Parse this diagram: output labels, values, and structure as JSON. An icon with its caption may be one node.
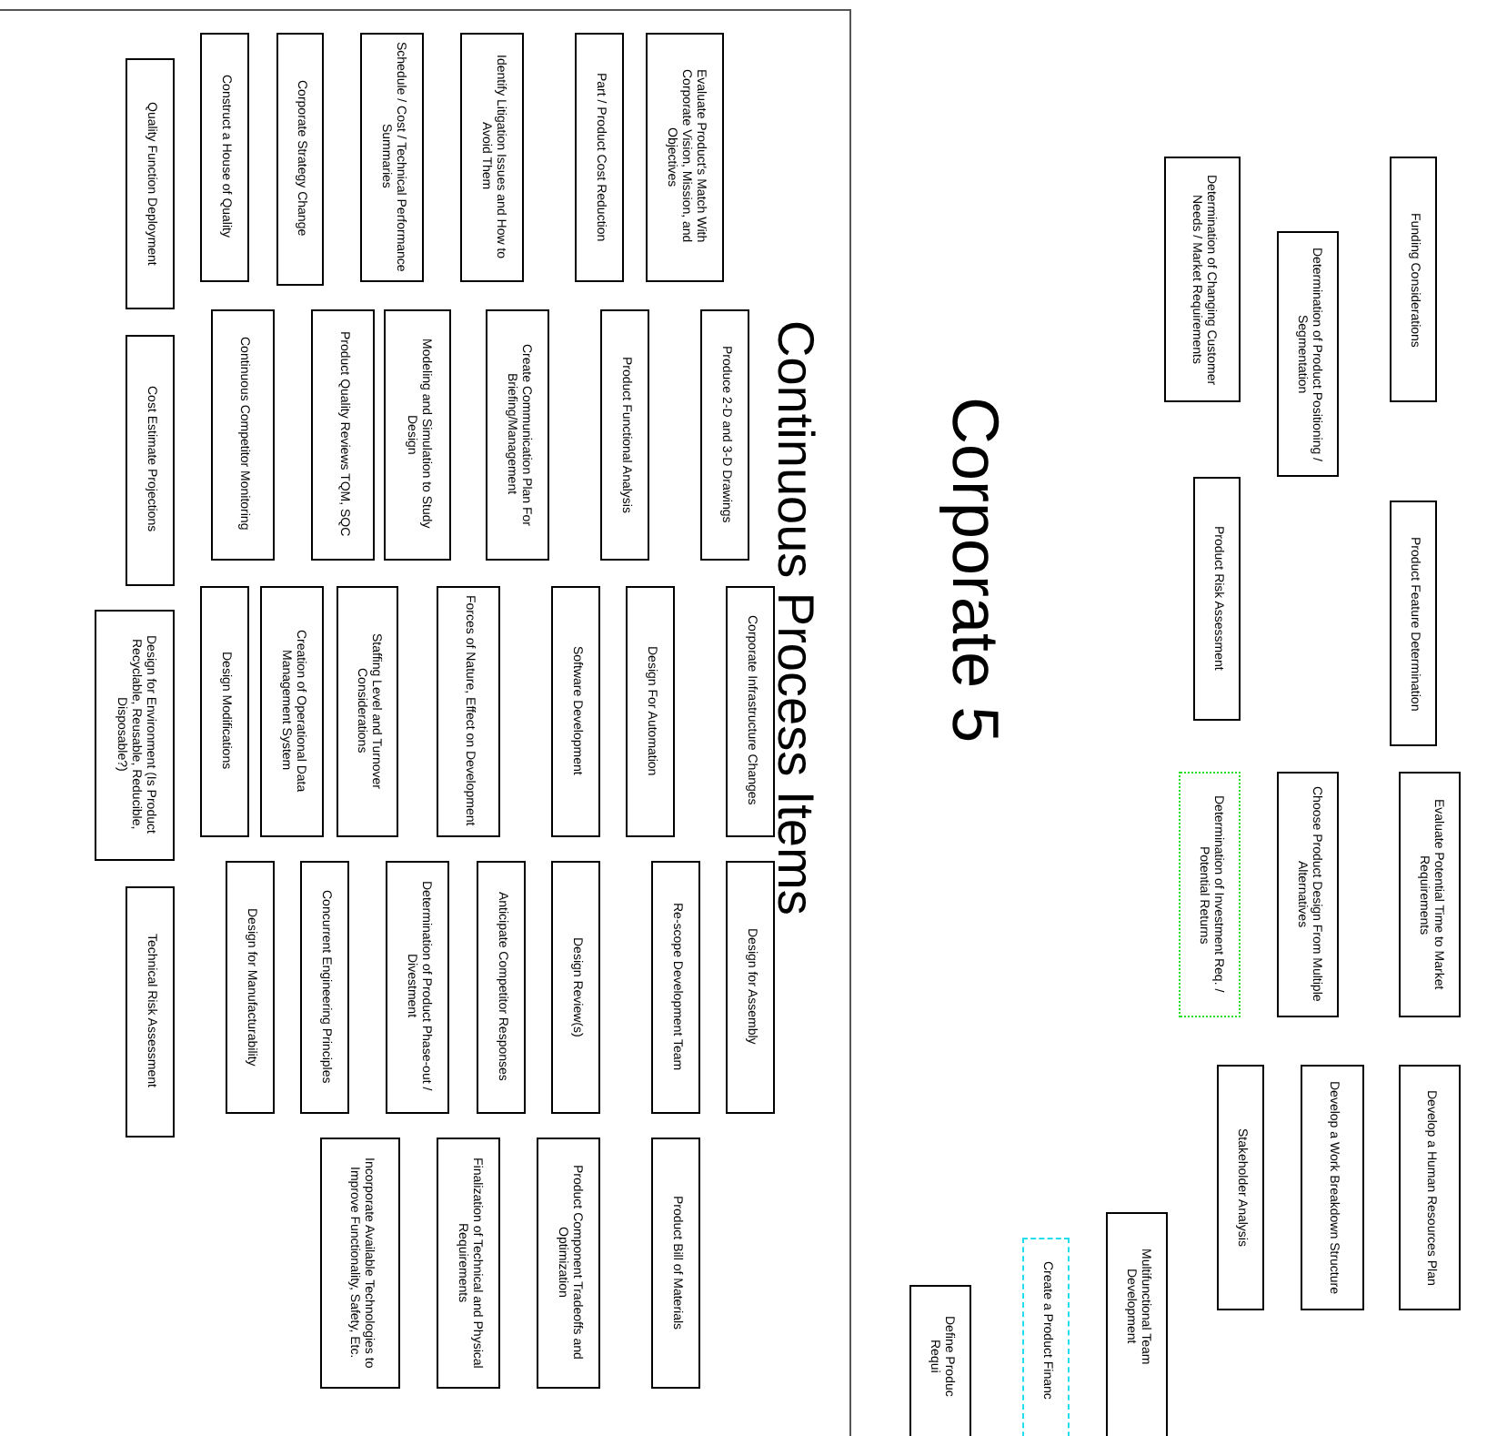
{
  "diagram": {
    "title": "Corporate 5",
    "nodes": [
      {
        "text": [
          "Continuous Process Items"
        ]
      },
      {
        "text": [
          "Quality Function Deployment"
        ],
        "in": 0
      },
      {
        "text": [
          "Construct a House of Quality"
        ],
        "in": 0
      },
      {
        "text": [
          "Corporate Strategy Change"
        ],
        "in": 0
      },
      {
        "text": [
          "Schedule / Cost / Technical Performance Summaries"
        ],
        "in": 0
      },
      {
        "text": [
          "Identify Litigation Issues and How to Avoid Them"
        ],
        "in": 0
      },
      {
        "text": [
          "Part / Product Cost Reduction"
        ],
        "in": 0
      },
      {
        "text": [
          "Evaluate Product's Match With Corporate Vision, Mission, and Objectives"
        ],
        "in": 0
      },
      {
        "text": [
          "Cost Estimate Projections"
        ],
        "in": 0
      },
      {
        "text": [
          "Continuous Competitor Monitoring"
        ],
        "in": 0
      },
      {
        "text": [
          "Product Quality Reviews TQM, SQC"
        ],
        "in": 0
      },
      {
        "text": [
          "Modeling and Simulation to Study Design"
        ],
        "in": 0
      },
      {
        "text": [
          "Create Communication Plan For Briefing/Management"
        ],
        "in": 0
      },
      {
        "text": [
          "Product Functional Analysis"
        ],
        "in": 0
      },
      {
        "text": [
          "Produce 2-D and 3-D Drawings"
        ],
        "in": 0
      },
      {
        "text": [
          "Design for Environment (Is Product Recyclable, Reusable, Reducible, Disposable?)"
        ],
        "in": 0
      },
      {
        "text": [
          "Design Modifications"
        ],
        "in": 0
      },
      {
        "text": [
          "Creation of Operational Data Management System"
        ],
        "in": 0
      },
      {
        "text": [
          "Staffing Level and Turnover Considerations"
        ],
        "in": 0
      },
      {
        "text": [
          "Forces of Nature, Effect on Development"
        ],
        "in": 0
      },
      {
        "text": [
          "Software Development"
        ],
        "in": 0
      },
      {
        "text": [
          "Design For Automation"
        ],
        "in": 0
      },
      {
        "text": [
          "Corporate Infrastructure Changes"
        ],
        "in": 0
      },
      {
        "text": [
          "Technical Risk Assessment"
        ],
        "in": 0
      },
      {
        "text": [
          "Design for Manufacturability"
        ],
        "in": 0
      },
      {
        "text": [
          "Concurrent Engineering Principles"
        ],
        "in": 0
      },
      {
        "text": [
          "Determination of Product Phase-out / Divestment"
        ],
        "in": 0
      },
      {
        "text": [
          "Anticipate Competitor Responses"
        ],
        "in": 0
      },
      {
        "text": [
          "Design Review(s)"
        ],
        "in": 0
      },
      {
        "text": [
          "Re-scope Development Team"
        ],
        "in": 0
      },
      {
        "text": [
          "Design for Assembly"
        ],
        "in": 0
      },
      {
        "text": [
          "Incorporate Available Technologies to Improve Functionality, Safety, Etc."
        ],
        "in": 0
      },
      {
        "text": [
          "Finalization of Technical and Physical Requirements"
        ],
        "in": 0
      },
      {
        "text": [
          "Product Component Tradeoffs and Optimization"
        ],
        "in": 0
      },
      {
        "text": [
          "Product Bill of Materials"
        ],
        "in": 0
      },
      {
        "text": [
          "Funding Considerations"
        ]
      },
      {
        "text": [
          "Determination of Changing Customer Needs / Market Requirements"
        ]
      },
      {
        "text": [
          "Determination of Product Positioning / Segmentation"
        ]
      },
      {
        "text": [
          "Product Risk Assessment"
        ]
      },
      {
        "text": [
          "Product Feature Determination"
        ]
      },
      {
        "text": [
          "Determination of Investment Req. / Potential Returns"
        ]
      },
      {
        "text": [
          "Choose Product Design From Multiple Alternatives"
        ]
      },
      {
        "text": [
          "Evaluate Potential Time to Market Requirements"
        ]
      },
      {
        "text": [
          "Stakeholder Analysis"
        ]
      },
      {
        "text": [
          "Develop a Work Breakdown Structure"
        ]
      },
      {
        "text": [
          "Develop a Human Resources Plan"
        ]
      },
      {
        "text": [
          "Multifunctional Team Development"
        ]
      },
      {
        "text": [
          "Create a Product Financ"
        ]
      },
      {
        "text": [
          "Define Produc Requi"
        ]
      }
    ]
  }
}
